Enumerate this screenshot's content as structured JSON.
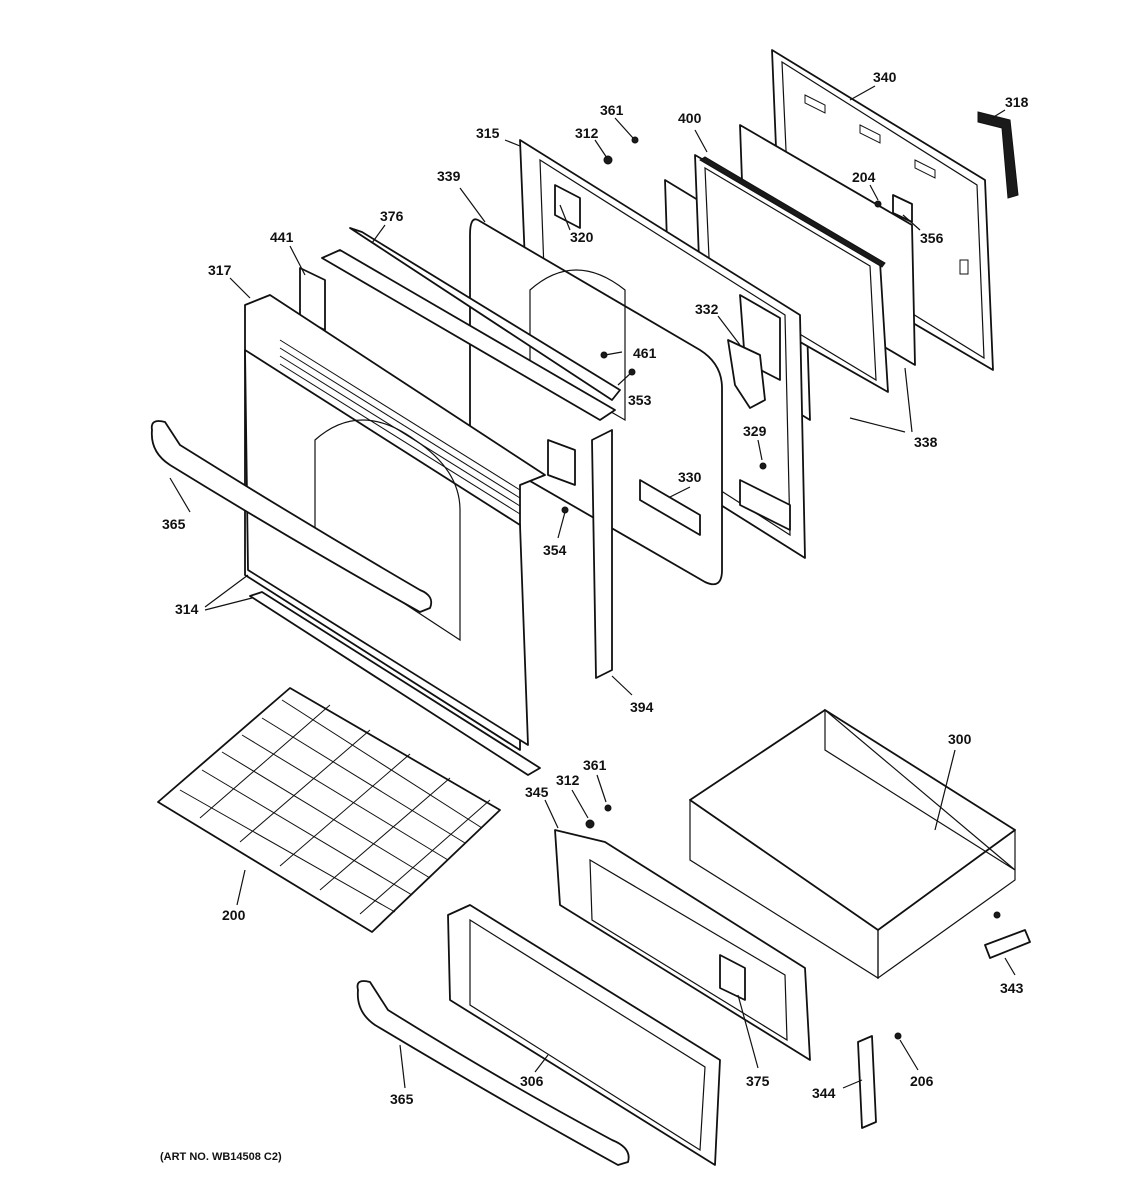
{
  "diagram": {
    "art_number": "(ART NO. WB14508 C2)",
    "callouts": {
      "c340": "340",
      "c318": "318",
      "c361a": "361",
      "c400": "400",
      "c315": "315",
      "c312a": "312",
      "c204": "204",
      "c356": "356",
      "c339": "339",
      "c320": "320",
      "c376": "376",
      "c441": "441",
      "c317": "317",
      "c332": "332",
      "c461": "461",
      "c353": "353",
      "c338": "338",
      "c329": "329",
      "c330": "330",
      "c365a": "365",
      "c354": "354",
      "c314": "314",
      "c394": "394",
      "c300": "300",
      "c361b": "361",
      "c312b": "312",
      "c345": "345",
      "c200": "200",
      "c343": "343",
      "c306": "306",
      "c375": "375",
      "c365b": "365",
      "c344": "344",
      "c206": "206"
    }
  }
}
